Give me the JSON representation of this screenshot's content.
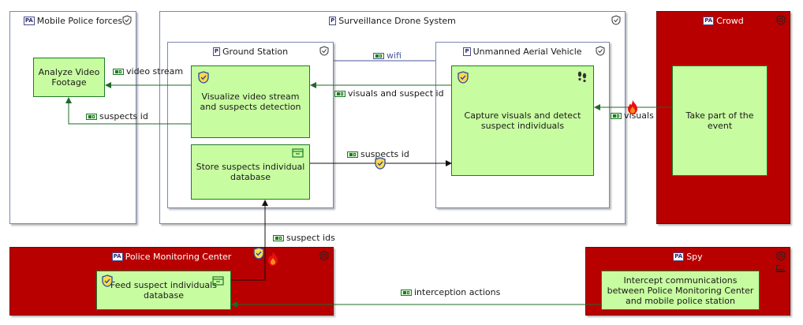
{
  "actors": {
    "mobile_police": "Mobile Police forces",
    "surveillance": "Surveillance Drone System",
    "crowd": "Crowd",
    "police_center": "Police Monitoring Center",
    "spy": "Spy"
  },
  "badges": {
    "system": "P",
    "actor": "PA"
  },
  "components": {
    "ground_station": "Ground Station",
    "uav": "Unmanned Aerial Vehicle"
  },
  "functions": {
    "analyze": "Analyze Video Footage",
    "visualize": "Visualize video stream and suspects detection",
    "store": "Store suspects individual database",
    "capture": "Capture visuals and detect suspect individuals",
    "take_part": "Take part of the event",
    "feed": "Feed suspect individuals database",
    "intercept": "Intercept communications between Police Monitoring Center and mobile police station"
  },
  "exchanges": {
    "video_stream": "video stream",
    "suspects_id_left": "suspects id",
    "wifi": "wifi",
    "visuals_and_suspect_id": "visuals and suspect id",
    "suspects_id_mid": "suspects id",
    "visuals": "visuals",
    "suspect_ids": "suspect ids",
    "interception_actions": "interception actions"
  },
  "colors": {
    "function_fill": "#c8fca0",
    "function_border": "#1f7a2a",
    "hostile_actor": "#b80000",
    "exchange_line": "#1f6a2a"
  },
  "icons": [
    "shield-icon",
    "threat-shield-icon",
    "flame-icon",
    "footprints-icon",
    "database-icon",
    "computer-icon",
    "functional-exchange-icon"
  ]
}
